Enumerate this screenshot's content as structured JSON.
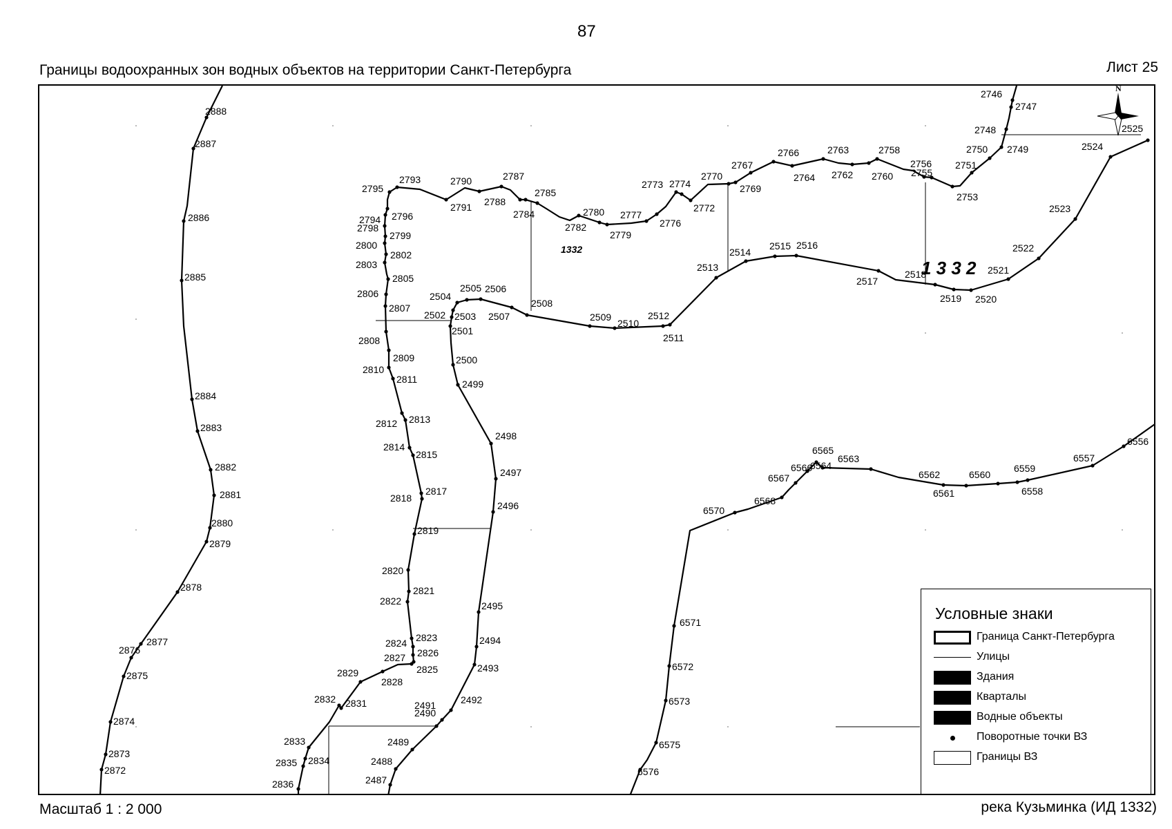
{
  "page_number": "87",
  "title": "Границы водоохранных зон водных объектов на территории Санкт-Петербурга",
  "sheet": "Лист 25",
  "scale": "Масштаб 1 : 2 000",
  "object": "река Кузьминка (ИД 1332)",
  "object_ids": [
    "1332",
    "1 3 3 2"
  ],
  "north_label": "N",
  "legend": {
    "title": "Условные знаки",
    "items": [
      {
        "label": "Граница Санкт-Петербурга",
        "symbol": "thick-outline-rect"
      },
      {
        "label": "Улицы",
        "symbol": "thin-line"
      },
      {
        "label": "Здания",
        "symbol": "filled-rect"
      },
      {
        "label": "Кварталы",
        "symbol": "filled-rect"
      },
      {
        "label": "Водные объекты",
        "symbol": "filled-rect"
      },
      {
        "label": "Поворотные точки ВЗ",
        "symbol": "dot"
      },
      {
        "label": "Границы ВЗ",
        "symbol": "thin-outline-rect"
      }
    ]
  },
  "boundaries": {
    "left_boundary": [
      "2888",
      "2887",
      "2886",
      "2885",
      "2884",
      "2883",
      "2882",
      "2881",
      "2880",
      "2879",
      "2878",
      "2877",
      "2876",
      "2875",
      "2874",
      "2873",
      "2872"
    ],
    "north_boundary": [
      "2746",
      "2747",
      "2748",
      "2749",
      "2750",
      "2751",
      "2753",
      "2755",
      "2756",
      "2758",
      "2760",
      "2762",
      "2763",
      "2764",
      "2766",
      "2767",
      "2769",
      "2770",
      "2772",
      "2773",
      "2774",
      "2776",
      "2777",
      "2779",
      "2780",
      "2782",
      "2784",
      "2785",
      "2787",
      "2788",
      "2790",
      "2791",
      "2793",
      "2795",
      "2794",
      "2796",
      "2798",
      "2799",
      "2800",
      "2802",
      "2803",
      "2805",
      "2806",
      "2807",
      "2808",
      "2809",
      "2810",
      "2811",
      "2812",
      "2813",
      "2814",
      "2815",
      "2817",
      "2818",
      "2819",
      "2820",
      "2821",
      "2822",
      "2823",
      "2824",
      "2826",
      "2827",
      "2825",
      "2828",
      "2829",
      "2831",
      "2832",
      "2833",
      "2834",
      "2835",
      "2836"
    ],
    "south_boundary": [
      "2525",
      "2524",
      "2523",
      "2522",
      "2521",
      "2520",
      "2519",
      "2518",
      "2517",
      "2516",
      "2515",
      "2514",
      "2513",
      "2512",
      "2511",
      "2510",
      "2509",
      "2508",
      "2507",
      "2506",
      "2505",
      "2504",
      "2503",
      "2502",
      "2501",
      "2500",
      "2499",
      "2498",
      "2497",
      "2496",
      "2495",
      "2494",
      "2493",
      "2492",
      "2491",
      "2490",
      "2489",
      "2488",
      "2487"
    ],
    "east_boundary": [
      "6556",
      "6557",
      "6558",
      "6559",
      "6560",
      "6561",
      "6562",
      "6563",
      "6564",
      "6565",
      "6566",
      "6567",
      "6568",
      "6570",
      "6571",
      "6572",
      "6573",
      "6575",
      "6576"
    ]
  }
}
